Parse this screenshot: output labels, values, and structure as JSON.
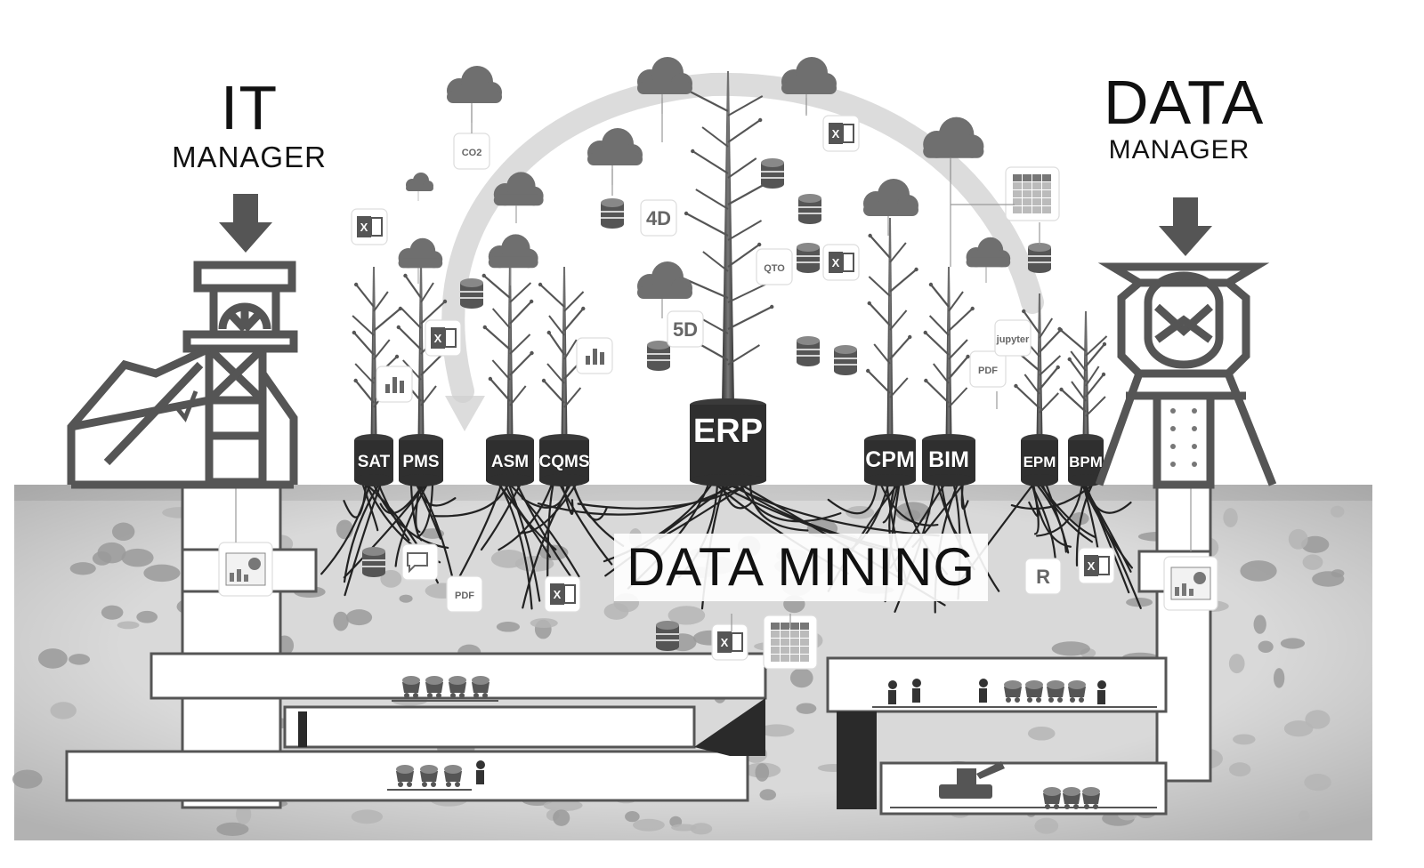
{
  "headers": {
    "it": {
      "title": "IT",
      "subtitle": "MANAGER"
    },
    "data": {
      "title": "DATA",
      "subtitle": "MANAGER"
    }
  },
  "center_label": "DATA MINING",
  "systems": [
    {
      "label": "SAT"
    },
    {
      "label": "PMS"
    },
    {
      "label": "ASM"
    },
    {
      "label": "CQMS"
    },
    {
      "label": "ERP"
    },
    {
      "label": "CPM"
    },
    {
      "label": "BIM"
    },
    {
      "label": "EPM"
    },
    {
      "label": "BPM"
    }
  ],
  "icon_labels": {
    "co2": "CO2",
    "four_d": "4D",
    "five_d": "5D",
    "qto": "QTO",
    "pdf": "PDF",
    "jupyter": "jupyter",
    "r_lang": "R",
    "excel": "X"
  },
  "colors": {
    "ink": "#111111",
    "tree": "#444444",
    "cloud": "#6f6f6f",
    "ground": "#d6d6d6",
    "tunnel": "#ffffff"
  }
}
